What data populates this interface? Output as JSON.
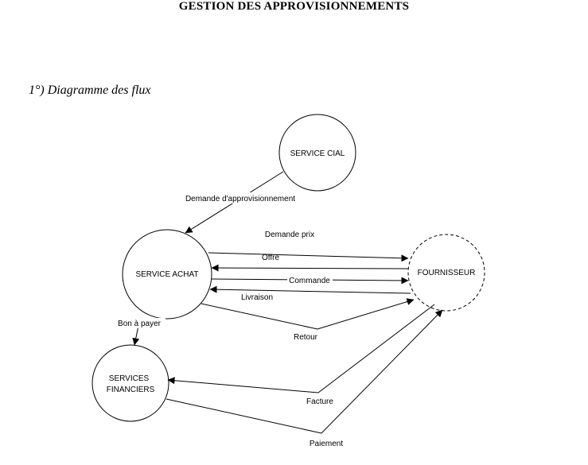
{
  "document": {
    "title": "GESTION DES APPROVISIONNEMENTS",
    "section": "1°) Diagramme des flux"
  },
  "diagram": {
    "nodes": {
      "service_cial": {
        "label": "SERVICE CIAL",
        "style": "solid"
      },
      "service_achat": {
        "label": "SERVICE ACHAT",
        "style": "solid"
      },
      "fournisseur": {
        "label": "FOURNISSEUR",
        "style": "dashed"
      },
      "services_financiers": {
        "line1": "SERVICES",
        "line2": "FINANCIERS",
        "style": "solid"
      }
    },
    "flows": {
      "demande_approvisionnement": {
        "label": "Demande d'approvisionnement",
        "from": "SERVICE CIAL",
        "to": "SERVICE ACHAT"
      },
      "demande_prix": {
        "label": "Demande prix",
        "from": "SERVICE ACHAT",
        "to": "FOURNISSEUR"
      },
      "offre": {
        "label": "Offre",
        "from": "FOURNISSEUR",
        "to": "SERVICE ACHAT"
      },
      "commande": {
        "label": "Commande",
        "from": "SERVICE ACHAT",
        "to": "FOURNISSEUR"
      },
      "livraison": {
        "label": "Livraison",
        "from": "FOURNISSEUR",
        "to": "SERVICE ACHAT"
      },
      "retour": {
        "label": "Retour",
        "from": "SERVICE ACHAT",
        "to": "FOURNISSEUR"
      },
      "bon_a_payer": {
        "label": "Bon à payer",
        "from": "SERVICE ACHAT",
        "to": "SERVICES FINANCIERS"
      },
      "facture": {
        "label": "Facture",
        "from": "FOURNISSEUR",
        "to": "SERVICES FINANCIERS"
      },
      "paiement": {
        "label": "Paiement",
        "from": "SERVICES FINANCIERS",
        "to": "FOURNISSEUR"
      }
    }
  }
}
